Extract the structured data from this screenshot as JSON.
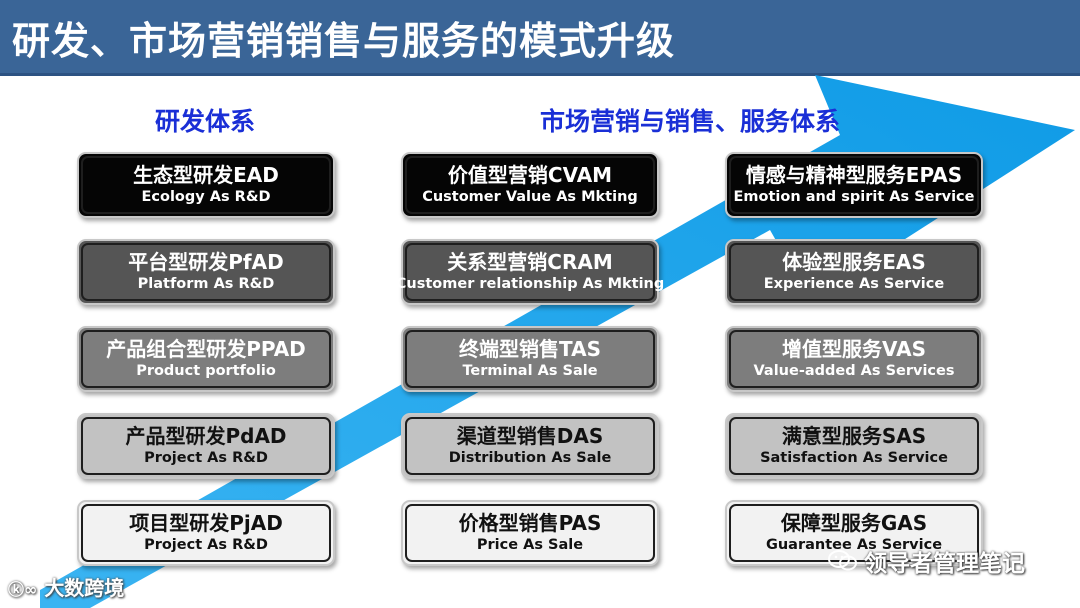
{
  "title": "研发、市场营销销售与服务的模式升级",
  "headings": {
    "rd": "研发体系",
    "market": "市场营销与销售、服务体系"
  },
  "columns": [
    {
      "items": [
        {
          "cn": "生态型研发EAD",
          "en": "Ecology As R&D",
          "level": 1
        },
        {
          "cn": "平台型研发PfAD",
          "en": "Platform As R&D",
          "level": 2
        },
        {
          "cn": "产品组合型研发PPAD",
          "en": "Product portfolio",
          "level": 3
        },
        {
          "cn": "产品型研发PdAD",
          "en": "Project As R&D",
          "level": 4
        },
        {
          "cn": "项目型研发PjAD",
          "en": "Project As R&D",
          "level": 5
        }
      ]
    },
    {
      "items": [
        {
          "cn": "价值型营销CVAM",
          "en": "Customer Value As Mkting",
          "level": 1
        },
        {
          "cn": "关系型营销CRAM",
          "en": "Customer relationship As Mkting",
          "level": 2
        },
        {
          "cn": "终端型销售TAS",
          "en": "Terminal As Sale",
          "level": 3
        },
        {
          "cn": "渠道型销售DAS",
          "en": "Distribution As Sale",
          "level": 4
        },
        {
          "cn": "价格型销售PAS",
          "en": "Price As Sale",
          "level": 5
        }
      ]
    },
    {
      "items": [
        {
          "cn": "情感与精神型服务EPAS",
          "en": "Emotion and spirit As Service",
          "level": 1
        },
        {
          "cn": "体验型服务EAS",
          "en": "Experience As Service",
          "level": 2
        },
        {
          "cn": "增值型服务VAS",
          "en": "Value-added As Services",
          "level": 3
        },
        {
          "cn": "满意型服务SAS",
          "en": "Satisfaction As Service",
          "level": 4
        },
        {
          "cn": "保障型服务GAS",
          "en": "Guarantee As Service",
          "level": 5
        }
      ]
    }
  ],
  "watermarks": {
    "left": "大数跨境",
    "right": "领导者管理笔记"
  },
  "colors": {
    "title_bar": "#3a6597",
    "arrow": "#1aa3e8",
    "heading": "#1a2fd6"
  },
  "icons": {
    "wechat": "wechat-icon"
  }
}
